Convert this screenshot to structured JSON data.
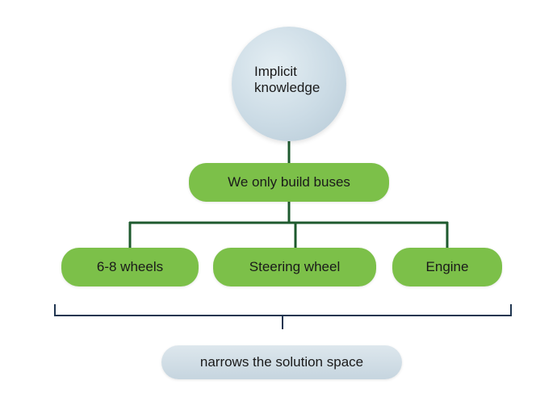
{
  "diagram": {
    "root": {
      "label": "Implicit knowledge"
    },
    "constraint": {
      "label": "We only build buses"
    },
    "features": [
      {
        "label": "6-8 wheels"
      },
      {
        "label": "Steering wheel"
      },
      {
        "label": "Engine"
      }
    ],
    "result": {
      "label": "narrows the solution space"
    }
  },
  "colors": {
    "green_node": "#7cc049",
    "dark_green_line": "#1e5a2e",
    "bracket_navy": "#1f3550",
    "circle_blue": "#cbdbe5",
    "result_blue": "#d2dee6"
  }
}
